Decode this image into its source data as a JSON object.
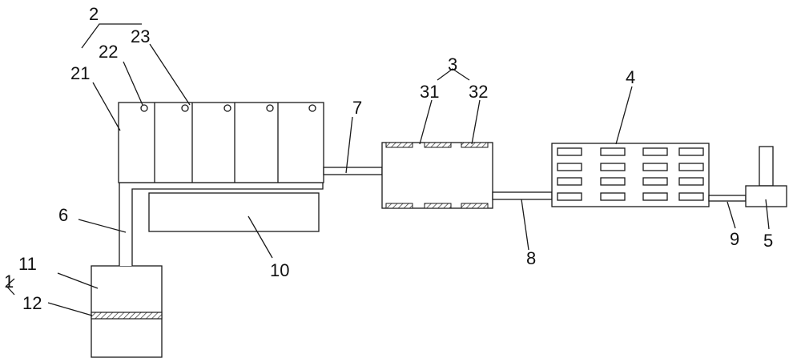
{
  "labels": {
    "l1": "1",
    "l11": "11",
    "l12": "12",
    "l2": "2",
    "l21": "21",
    "l22": "22",
    "l23": "23",
    "l3": "3",
    "l31": "31",
    "l32": "32",
    "l4": "4",
    "l5": "5",
    "l6": "6",
    "l7": "7",
    "l8": "8",
    "l9": "9",
    "l10": "10"
  }
}
